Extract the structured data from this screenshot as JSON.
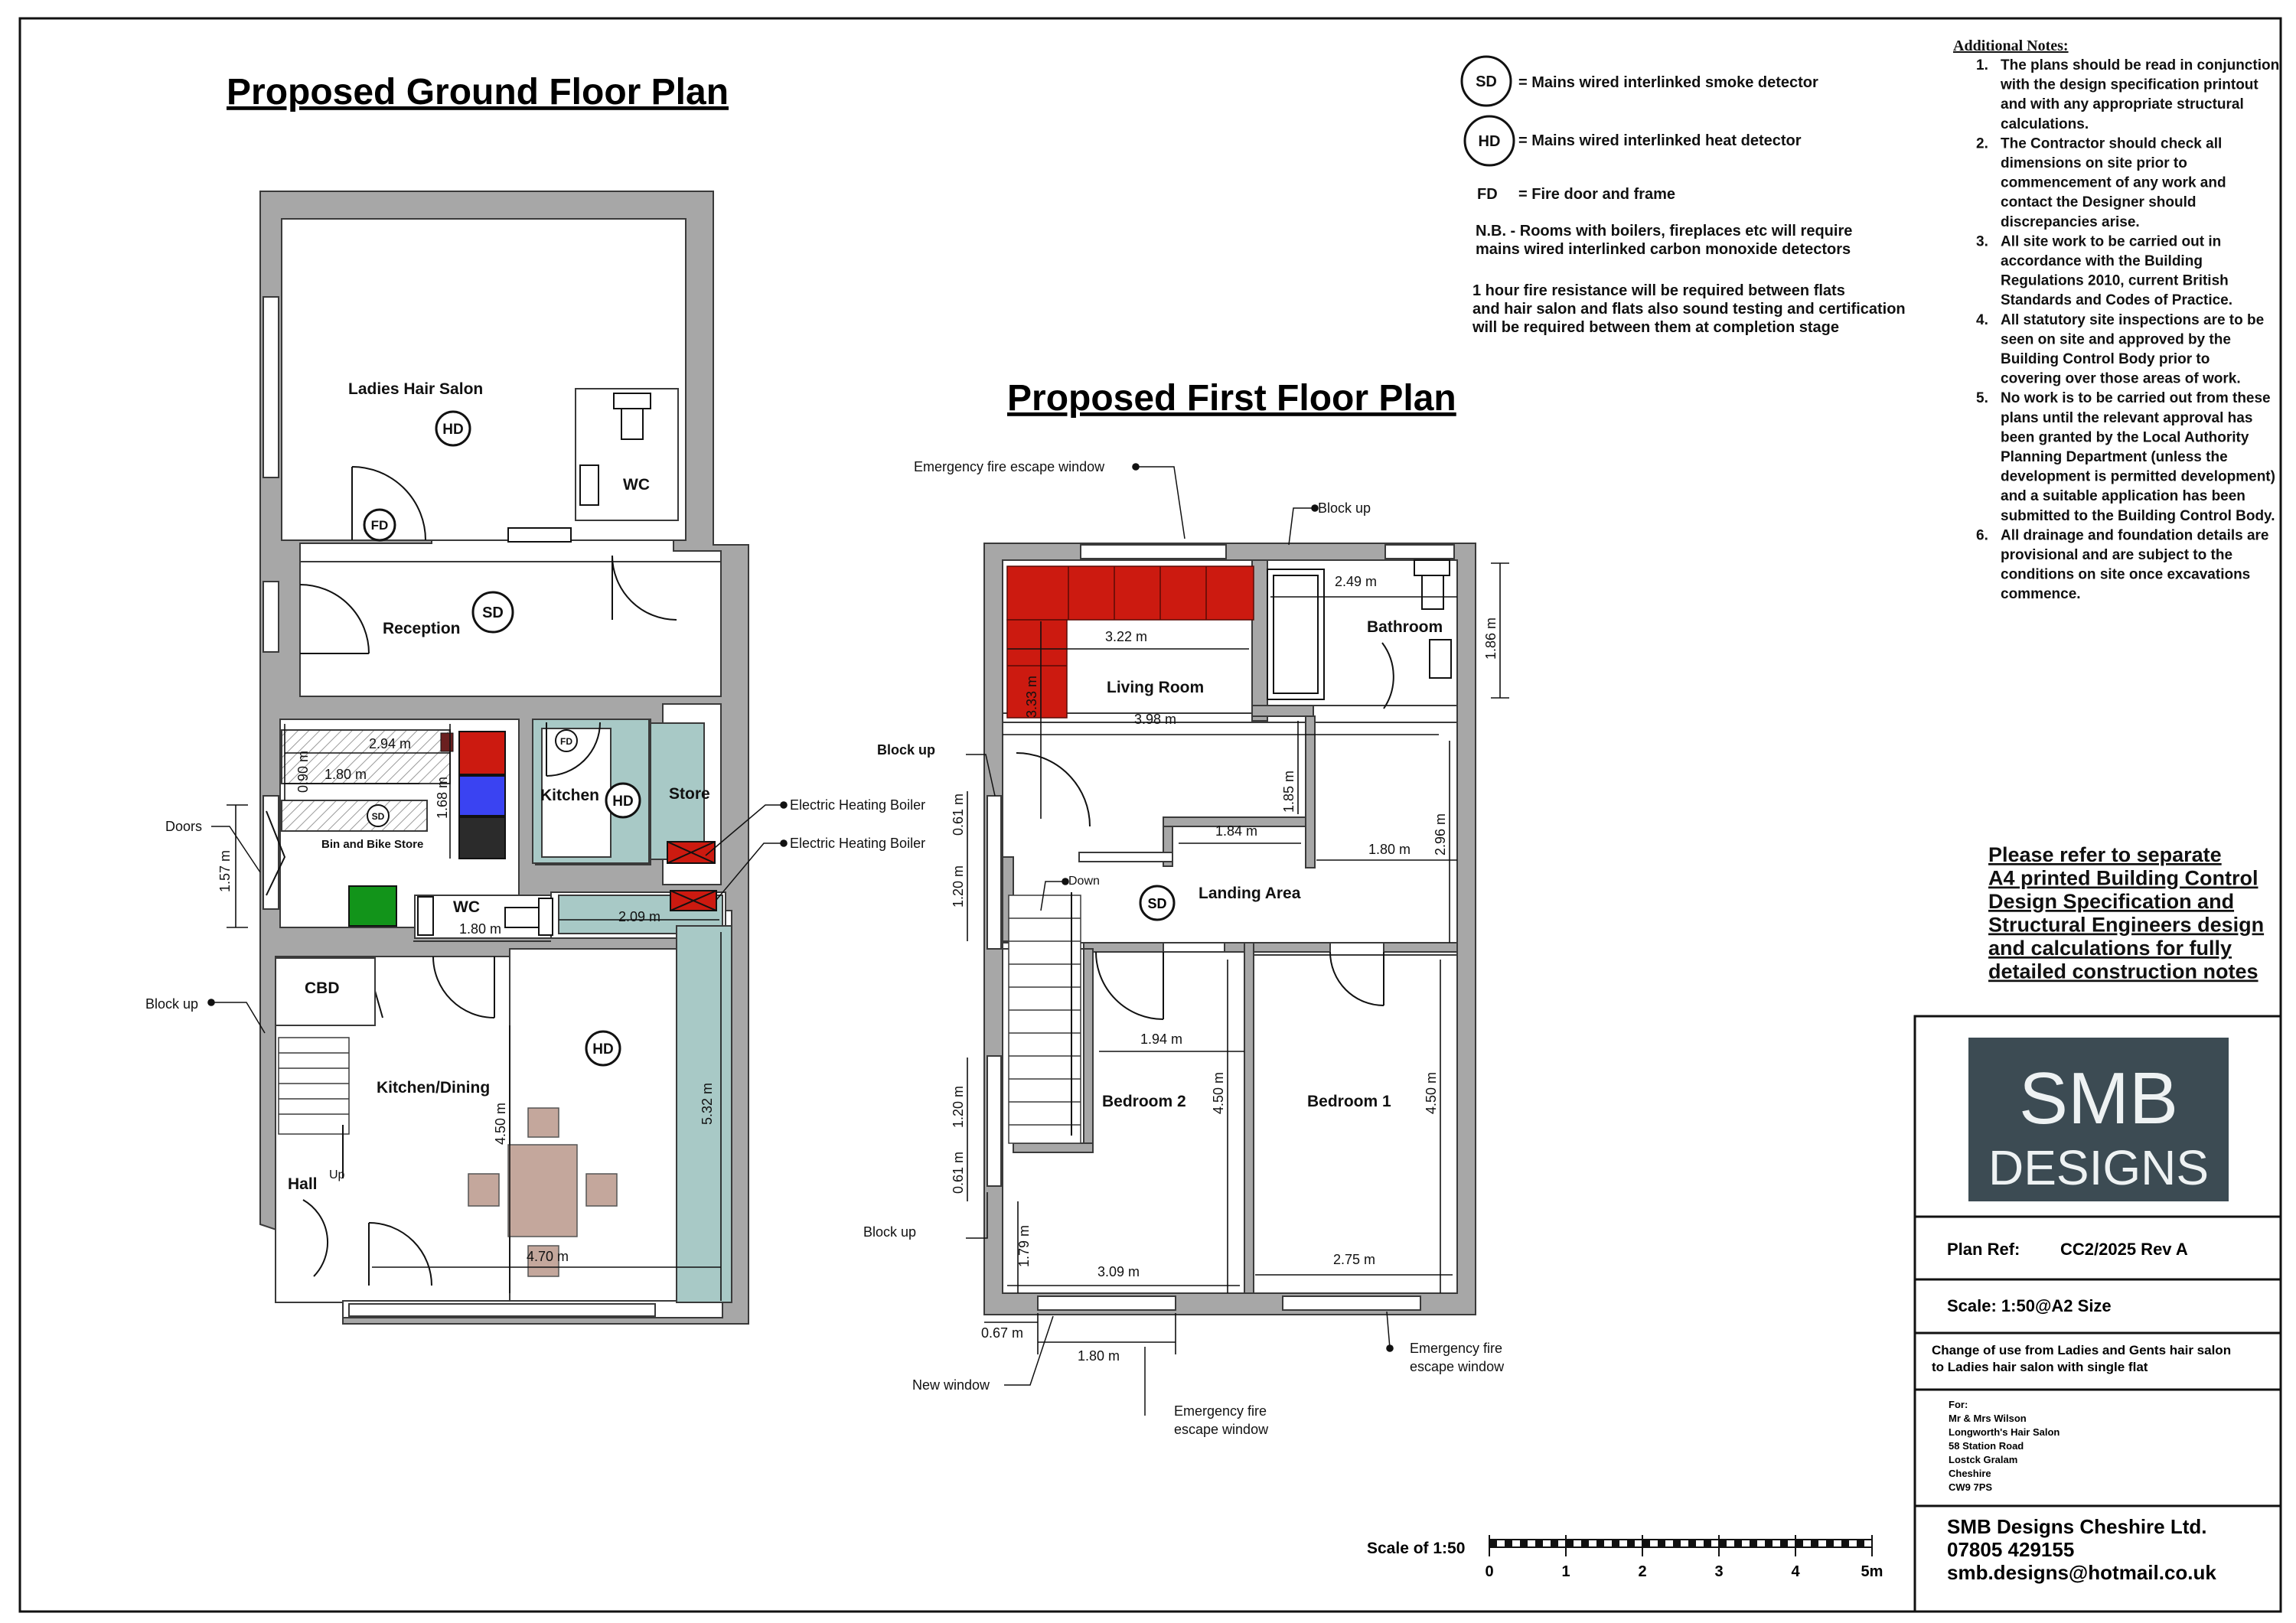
{
  "ground_floor": {
    "title": "Proposed Ground Floor Plan",
    "rooms": {
      "salon": "Ladies Hair Salon",
      "wc_top": "WC",
      "reception": "Reception",
      "bin_store": "Bin and Bike Store",
      "kitchen": "Kitchen",
      "store": "Store",
      "wc_mid": "WC",
      "cbd": "CBD",
      "kitchen_dining": "Kitchen/Dining",
      "hall": "Hall"
    },
    "dims": {
      "d294": "2.94 m",
      "d090": "0.90 m",
      "d180a": "1.80 m",
      "d168": "1.68 m",
      "d157": "1.57 m",
      "d180b": "1.80 m",
      "d209": "2.09 m",
      "d450": "4.50 m",
      "d532": "5.32 m",
      "d470": "4.70 m"
    },
    "labels": {
      "doors": "Doors",
      "block_up": "Block up",
      "boiler1": "Electric Heating Boiler",
      "boiler2": "Electric Heating Boiler",
      "up": "Up"
    }
  },
  "first_floor": {
    "title": "Proposed First Floor Plan",
    "rooms": {
      "living": "Living Room",
      "bathroom": "Bathroom",
      "landing": "Landing Area",
      "bed2": "Bedroom 2",
      "bed1": "Bedroom 1"
    },
    "dims": {
      "d249": "2.49 m",
      "d186": "1.86 m",
      "d322": "3.22 m",
      "d333": "3.33 m",
      "d398": "3.98 m",
      "d185": "1.85 m",
      "d184": "1.84 m",
      "d180": "1.80 m",
      "d296": "2.96 m",
      "d061a": "0.61 m",
      "d120a": "1.20 m",
      "d194": "1.94 m",
      "d450a": "4.50 m",
      "d450b": "4.50 m",
      "d120b": "1.20 m",
      "d061b": "0.61 m",
      "d179": "1.79 m",
      "d309": "3.09 m",
      "d275": "2.75 m",
      "d067": "0.67 m",
      "d180b": "1.80 m"
    },
    "labels": {
      "escape_top": "Emergency fire escape window",
      "block_up_top": "Block up",
      "block_up_left": "Block up",
      "down": "Down",
      "block_up_bottom": "Block up",
      "new_window": "New window",
      "escape_bottom_l1": "Emergency fire",
      "escape_bottom_l2": "escape window",
      "escape_right_l1": "Emergency fire",
      "escape_right_l2": "escape window"
    }
  },
  "symbols": {
    "sd": "SD",
    "hd": "HD",
    "fd": "FD"
  },
  "legend": {
    "sd_text": "=  Mains wired interlinked smoke detector",
    "hd_text": "=  Mains wired interlinked heat detector",
    "fd_label": "FD",
    "fd_text": "=   Fire door and frame",
    "nb_l1": "N.B. - Rooms with boilers, fireplaces etc will require",
    "nb_l2": "mains wired interlinked carbon monoxide detectors",
    "fire_l1": "1 hour fire resistance will be required between flats",
    "fire_l2": "and hair salon and flats also sound testing and certification",
    "fire_l3": "will be required between them at completion stage"
  },
  "notes": {
    "heading": "Additional Notes:",
    "items": [
      {
        "num": "1.",
        "lines": [
          "The plans should be read in conjunction",
          "with the design specification printout",
          "and with any appropriate structural",
          "calculations."
        ]
      },
      {
        "num": "2.",
        "lines": [
          "The Contractor should check all",
          "dimensions on site prior to",
          "commencement of any work and",
          "contact the Designer should",
          "discrepancies arise."
        ]
      },
      {
        "num": "3.",
        "lines": [
          "All site work to be carried out in",
          "accordance with the Building",
          "Regulations 2010, current British",
          "Standards and Codes of Practice."
        ]
      },
      {
        "num": "4.",
        "lines": [
          "All statutory site inspections are to be",
          "seen on site and approved by the",
          "Building Control Body prior to",
          "covering over those areas of work."
        ]
      },
      {
        "num": "5.",
        "lines": [
          "No work is to be carried out from these",
          "plans until the relevant approval has",
          "been granted by the Local Authority",
          "Planning Department (unless the",
          "development is permitted development)",
          "and a suitable application has been",
          "submitted to the Building Control Body."
        ]
      },
      {
        "num": "6.",
        "lines": [
          "All drainage and foundation details are",
          "provisional and are subject to the",
          "conditions on site once excavations",
          "commence."
        ]
      }
    ]
  },
  "refer": {
    "lines": [
      "Please refer to separate",
      "A4 printed Building Control",
      "Design Specification and",
      "Structural Engineers design",
      "and calculations for fully",
      "detailed construction notes"
    ]
  },
  "title_block": {
    "logo_l1": "SMB",
    "logo_l2": "DESIGNS",
    "plan_ref_label": "Plan Ref:",
    "plan_ref_value": "CC2/2025 Rev A",
    "scale_text": "Scale: 1:50@A2 Size",
    "desc_l1": "Change of use from Ladies and Gents hair salon",
    "desc_l2": "to Ladies hair salon with single flat",
    "client": [
      "For:",
      "Mr & Mrs Wilson",
      "Longworth's Hair Salon",
      "58 Station Road",
      "Lostck Gralam",
      "Cheshire",
      "CW9 7PS"
    ],
    "company": "SMB Designs Cheshire Ltd.",
    "phone": "07805 429155",
    "email": "smb.designs@hotmail.co.uk"
  },
  "scale_bar": {
    "label": "Scale of 1:50",
    "ticks": [
      "0",
      "1",
      "2",
      "3",
      "4",
      "5m"
    ]
  },
  "colors": {
    "wall": "#a7a7a7",
    "wall_edge": "#3a3a3a",
    "teal": "#a8c9c6",
    "red": "#cc1a10",
    "blue": "#3a43f2",
    "green": "#12941a",
    "dark": "#2b2b2b",
    "brown": "#6b2020",
    "furniture": "#c4a79c",
    "logo_bg": "#3c4b53"
  }
}
